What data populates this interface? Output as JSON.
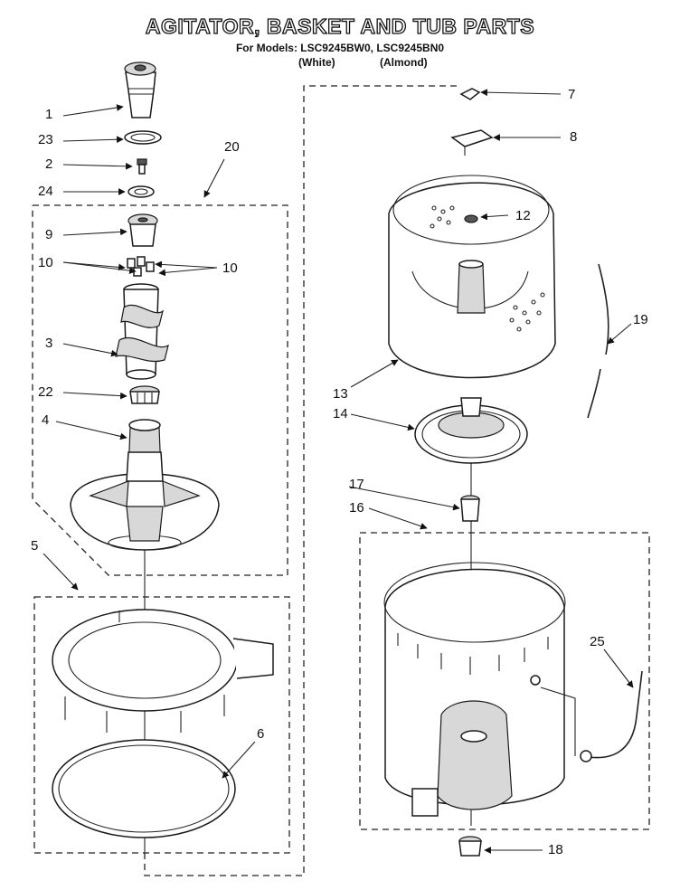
{
  "diagram": {
    "title": "AGITATOR, BASKET AND TUB PARTS",
    "models_line": "For Models: LSC9245BW0, LSC9245BN0",
    "variant_white": "(White)",
    "variant_almond": "(Almond)"
  },
  "callouts": {
    "c1": "1",
    "c23": "23",
    "c2": "2",
    "c24": "24",
    "c20": "20",
    "c9": "9",
    "c10a": "10",
    "c10b": "10",
    "c3": "3",
    "c22": "22",
    "c4": "4",
    "c5": "5",
    "c6": "6",
    "c7": "7",
    "c8": "8",
    "c12": "12",
    "c13": "13",
    "c14": "14",
    "c19": "19",
    "c17": "17",
    "c16": "16",
    "c25": "25",
    "c18": "18"
  }
}
